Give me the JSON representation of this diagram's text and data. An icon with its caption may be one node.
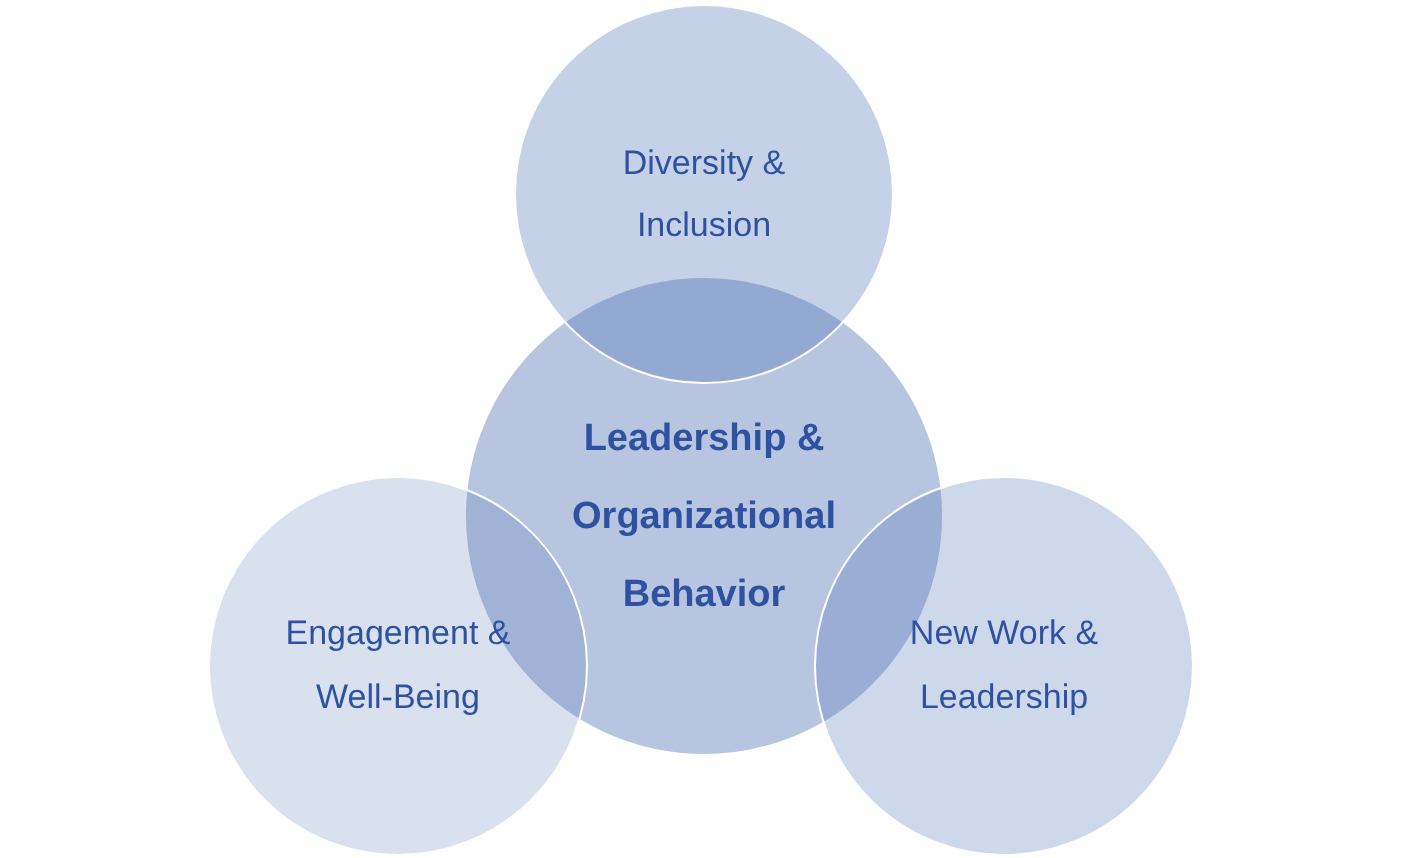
{
  "diagram": {
    "nodes": [
      {
        "text": [
          "Diversity & Inclusion"
        ]
      },
      {
        "text": [
          "Leadership & Organizational Behavior"
        ]
      },
      {
        "text": [
          "Engagement & Well-Being"
        ]
      },
      {
        "text": [
          "New Work & Leadership"
        ]
      }
    ]
  }
}
